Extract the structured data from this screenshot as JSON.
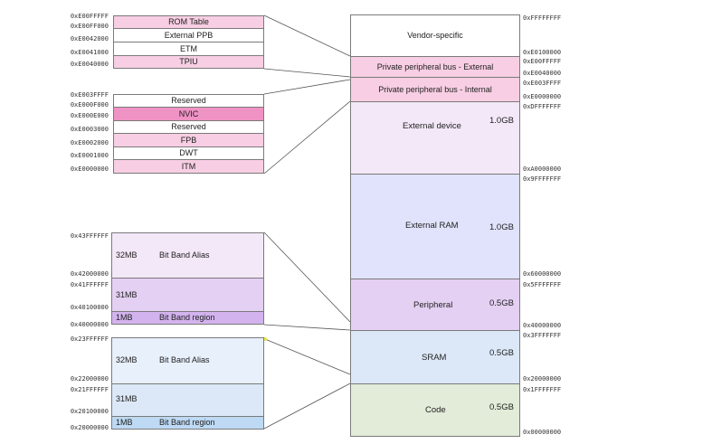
{
  "colors": {
    "pink": "#f7cee3",
    "magenta": "#ef92c4",
    "lavender": "#f3e8f8",
    "purple": "#e4d0f3",
    "purple_dark": "#d3b3ee",
    "blue_light": "#e8f0fb",
    "blue": "#dce8f7",
    "blue_dark": "#bdd9f3",
    "periwinkle": "#e0e3fb",
    "green": "#e2ecd9",
    "line": "#555555"
  },
  "ppb_external": {
    "regions": [
      {
        "label": "ROM Table",
        "color": "pink"
      },
      {
        "label": "External PPB",
        "color": "white"
      },
      {
        "label": "ETM",
        "color": "white"
      },
      {
        "label": "TPIU",
        "color": "pink"
      }
    ],
    "addresses": [
      "0xE00FFFFF",
      "0xE00FF000",
      "0xE0042000",
      "0xE0041000",
      "0xE0040000"
    ]
  },
  "ppb_internal": {
    "regions": [
      {
        "label": "Reserved",
        "color": "white"
      },
      {
        "label": "NVIC",
        "color": "magenta"
      },
      {
        "label": "Reserved",
        "color": "white"
      },
      {
        "label": "FPB",
        "color": "pink"
      },
      {
        "label": "DWT",
        "color": "white"
      },
      {
        "label": "ITM",
        "color": "pink"
      }
    ],
    "addresses": [
      "0xE003FFFF",
      "0xE000F000",
      "0xE000E000",
      "0xE0003000",
      "0xE0002000",
      "0xE0001000",
      "0xE0000000"
    ]
  },
  "peripheral_bitband": {
    "alias_size": "32MB",
    "alias_label": "Bit Band Alias",
    "mid_size": "31MB",
    "region_size": "1MB",
    "region_label": "Bit Band region",
    "addresses": [
      "0x43FFFFFF",
      "0x42000000",
      "0x41FFFFFF",
      "0x40100000",
      "0x40000000"
    ]
  },
  "sram_bitband": {
    "alias_size": "32MB",
    "alias_label": "Bit Band Alias",
    "mid_size": "31MB",
    "region_size": "1MB",
    "region_label": "Bit Band region",
    "addresses": [
      "0x23FFFFFF",
      "0x22000000",
      "0x21FFFFFF",
      "0x20100000",
      "0x20000000"
    ]
  },
  "memory_map": {
    "regions": [
      {
        "label": "Vendor-specific",
        "size": "",
        "color": "white"
      },
      {
        "label": "Private peripheral bus - External",
        "size": "",
        "color": "pink"
      },
      {
        "label": "Private peripheral bus - Internal",
        "size": "",
        "color": "pink"
      },
      {
        "label": "External device",
        "size": "1.0GB",
        "color": "lavender"
      },
      {
        "label": "External RAM",
        "size": "1.0GB",
        "color": "periwinkle"
      },
      {
        "label": "Peripheral",
        "size": "0.5GB",
        "color": "purple"
      },
      {
        "label": "SRAM",
        "size": "0.5GB",
        "color": "blue"
      },
      {
        "label": "Code",
        "size": "0.5GB",
        "color": "green"
      }
    ],
    "addresses": [
      "0xFFFFFFFF",
      "0xE0100000",
      "0xE00FFFFF",
      "0xE0040000",
      "0xE003FFFF",
      "0xE0000000",
      "0xDFFFFFFF",
      "0xA0000000",
      "0x9FFFFFFF",
      "0x60000000",
      "0x5FFFFFFF",
      "0x40000000",
      "0x3FFFFFFF",
      "0x20000000",
      "0x1FFFFFFF",
      "0x00000000"
    ]
  }
}
